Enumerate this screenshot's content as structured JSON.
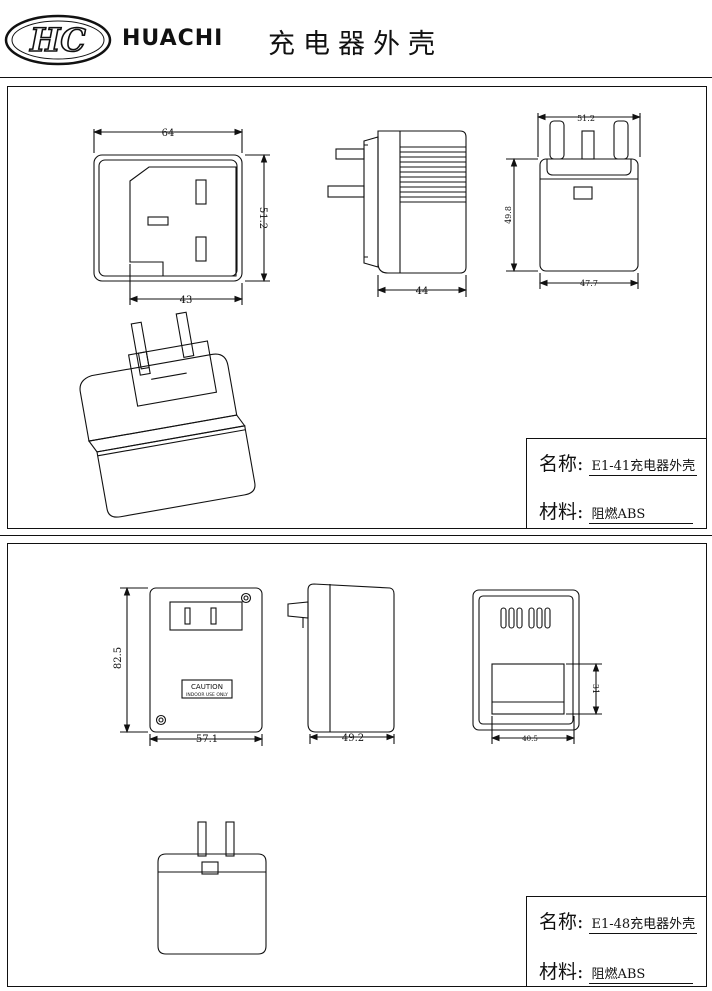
{
  "header": {
    "logo_text": "HC",
    "brand": "HUACHI",
    "product_title": "充电器外壳"
  },
  "panel_top": {
    "dimensions": {
      "socket_width": "64",
      "socket_height": "51.2",
      "socket_inner": "43",
      "side_depth": "44",
      "end_height": "49.8",
      "end_width_top": "51.2",
      "end_width_bottom": "47.7"
    },
    "info": {
      "name_label": "名称:",
      "name_value": "E1-41充电器外壳",
      "material_label": "材料:",
      "material_value": "阻燃ABS"
    }
  },
  "panel_bottom": {
    "dimensions": {
      "front_height": "82.5",
      "front_width": "57.1",
      "side_depth": "49.2",
      "end_width": "40.5",
      "end_height": "31"
    },
    "caution_title": "CAUTION",
    "caution_text": "INDOOR USE ONLY",
    "info": {
      "name_label": "名称:",
      "name_value": "E1-48充电器外壳",
      "material_label": "材料:",
      "material_value": "阻燃ABS"
    }
  }
}
